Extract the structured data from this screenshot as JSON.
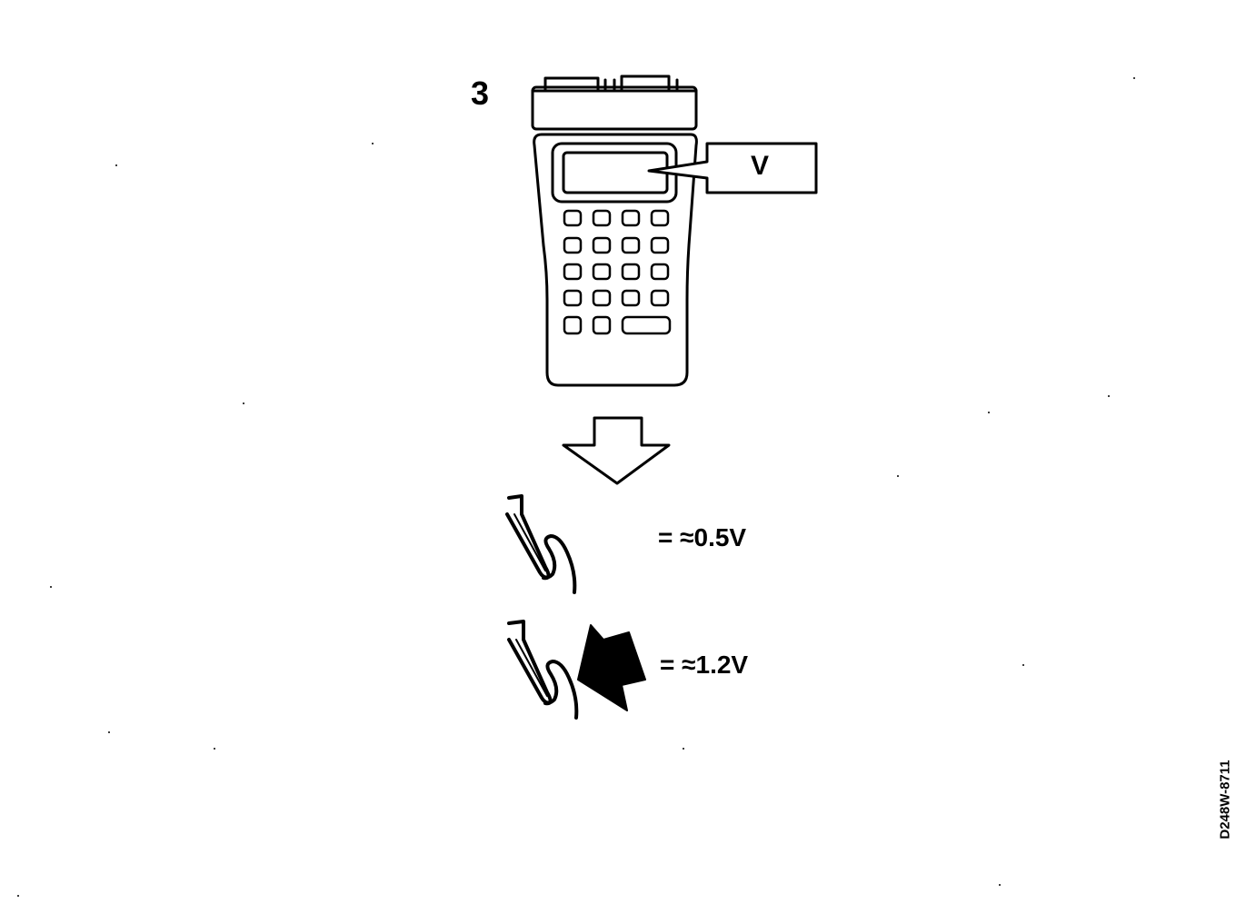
{
  "step": {
    "number": "3"
  },
  "tester": {
    "display_callout": "V"
  },
  "readings": [
    {
      "value": "=  ≈0.5V"
    },
    {
      "value": "=  ≈1.2V"
    }
  ],
  "drawing_code": "D248W-8711",
  "colors": {
    "ink": "#000000",
    "paper": "#ffffff"
  },
  "icons": {
    "tester": "hand-held-tester-icon",
    "down_arrow": "hollow-down-arrow-icon",
    "clip": "spring-clip-icon",
    "pointer": "solid-pointer-arrow-icon"
  }
}
